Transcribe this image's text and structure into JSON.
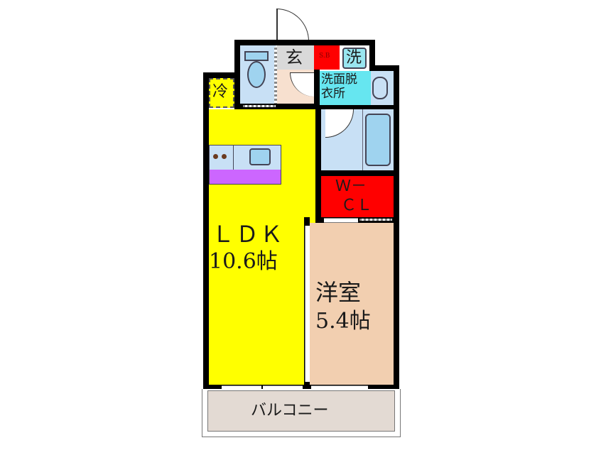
{
  "floor_plan": {
    "rooms": {
      "ldk": {
        "name": "ＬＤＫ",
        "size": "10.6帖",
        "color": "#ffff00"
      },
      "western_room": {
        "name": "洋室",
        "size": "5.4帖",
        "color": "#f2cfb0"
      },
      "walk_in_closet": {
        "line1": "Ｗ－",
        "line2": "ＣＬ",
        "color": "#ff0000"
      },
      "entrance": {
        "name": "玄",
        "color": "#d9d9d9"
      },
      "shoe_box": {
        "name": "S.B",
        "color": "#ff0000"
      },
      "washer": {
        "name": "洗",
        "color": "#99e6f0"
      },
      "washroom": {
        "line1": "洗面脱",
        "line2": "衣所",
        "color": "#66e6f0"
      },
      "refrigerator": {
        "name": "冷",
        "color": "#ffff00"
      },
      "balcony": {
        "name": "バルコニー",
        "color": "#e3dad3"
      },
      "toilet": {
        "color": "#c8e0f5"
      },
      "bathroom": {
        "color": "#c8e0f5"
      }
    },
    "colors": {
      "wall": "#000000",
      "kitchen_counter": "#cc66ff",
      "fixture_blue": "#9fd3ef"
    }
  }
}
